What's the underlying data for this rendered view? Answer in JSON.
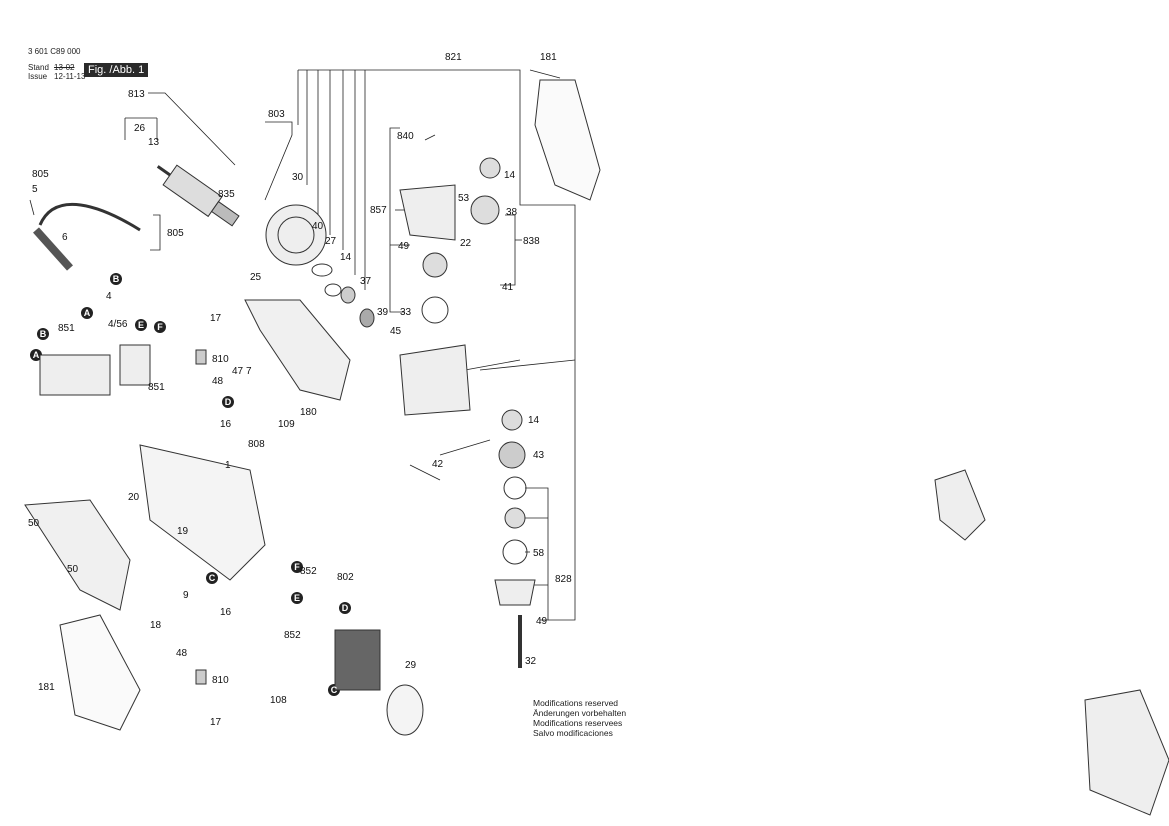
{
  "header": {
    "part_number": "3 601 C89 000",
    "stand_label": "Stand",
    "issue_label": "Issue",
    "stand_date_struck": "13-02",
    "issue_date": "12-11-13",
    "figure_label": "Fig. /Abb. 1"
  },
  "notes": [
    "Modifications reserved",
    "Änderungen vorbehalten",
    "Modifications reservees",
    "Salvo modificaciones"
  ],
  "part_labels": {
    "p821": "821",
    "p181a": "181",
    "p813": "813",
    "p26": "26",
    "p13": "13",
    "p803": "803",
    "p805a": "805",
    "p5": "5",
    "p835": "835",
    "p30": "30",
    "p40": "40",
    "p27": "27",
    "p14a": "14",
    "p840": "840",
    "p857": "857",
    "p53": "53",
    "p38": "38",
    "p838": "838",
    "p22": "22",
    "p49a": "49",
    "p805b": "805",
    "p6": "6",
    "p25": "25",
    "p37": "37",
    "p41": "41",
    "p4": "4",
    "p456": "4/56",
    "p851a": "851",
    "p17a": "17",
    "p39": "39",
    "p33": "33",
    "p45": "45",
    "p47": "47",
    "p7": "7",
    "p810a": "810",
    "p851b": "851",
    "p48a": "48",
    "p16a": "16",
    "p109": "109",
    "p180": "180",
    "p14b": "14",
    "p43": "43",
    "p42": "42",
    "p808": "808",
    "p1": "1",
    "p20": "20",
    "p50a": "50",
    "p19": "19",
    "p58": "58",
    "p852a": "852",
    "p802": "802",
    "p828": "828",
    "p50b": "50",
    "p9": "9",
    "p16b": "16",
    "p18": "18",
    "p852b": "852",
    "p49b": "49",
    "p32": "32",
    "p48b": "48",
    "p29": "29",
    "p181b": "181",
    "p810b": "810",
    "p108": "108",
    "p17b": "17"
  },
  "circle_labels": {
    "B1": "B",
    "A1": "A",
    "B2": "B",
    "E1": "E",
    "F1": "F",
    "A2": "A",
    "D1": "D",
    "C1": "C",
    "F2": "F",
    "E2": "E",
    "D2": "D",
    "C2": "C"
  }
}
